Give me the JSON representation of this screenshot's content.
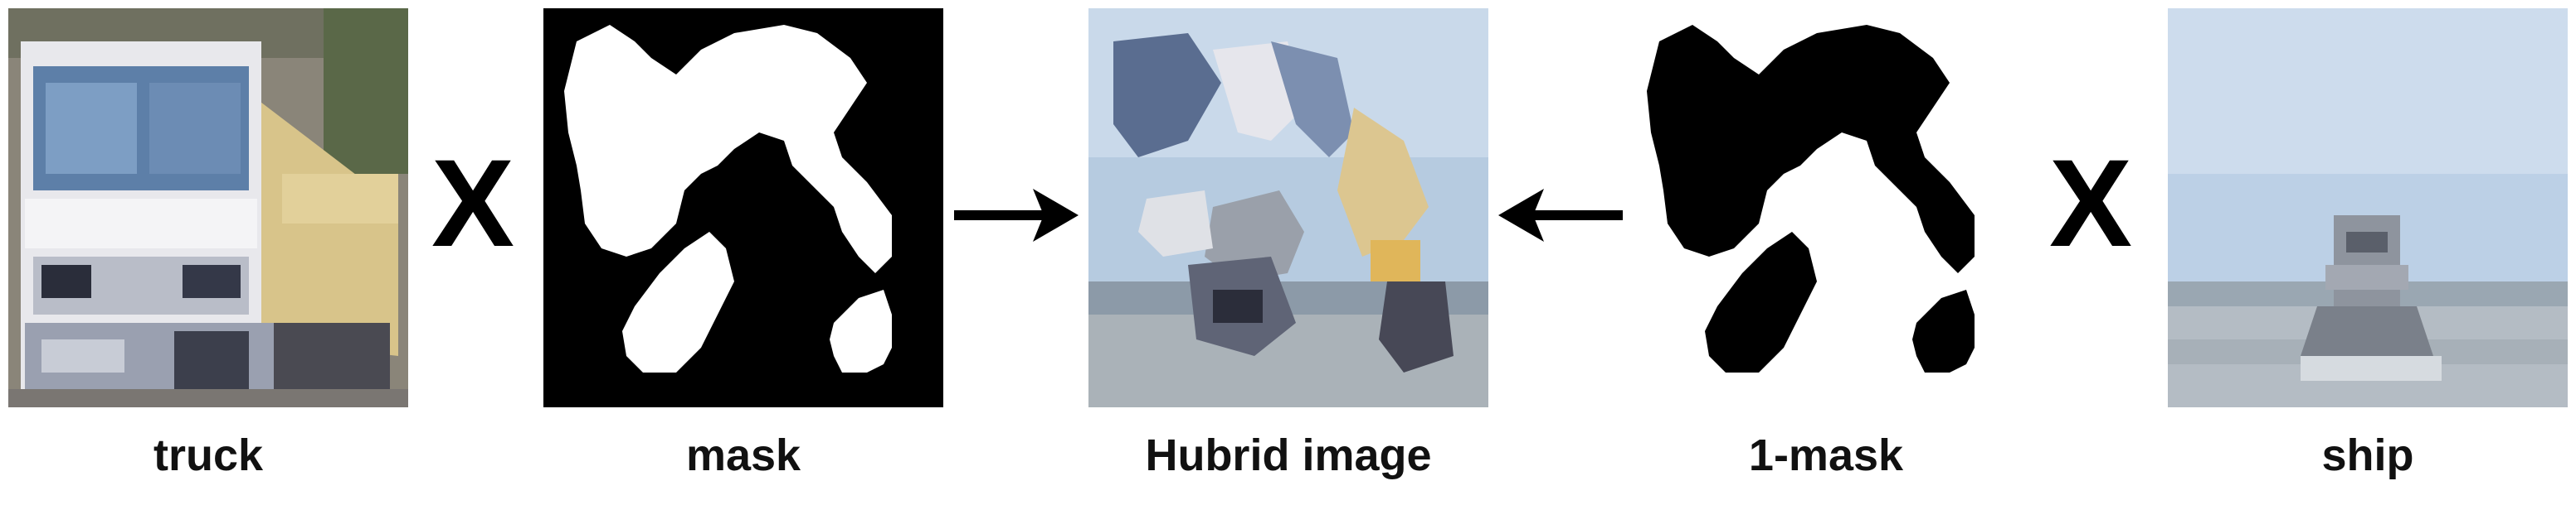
{
  "panels": [
    {
      "caption": "truck"
    },
    {
      "caption": "mask"
    },
    {
      "caption": "Hubrid image"
    },
    {
      "caption": "1-mask"
    },
    {
      "caption": "ship"
    }
  ],
  "operators": {
    "multiply_left": "X",
    "multiply_right": "X"
  }
}
